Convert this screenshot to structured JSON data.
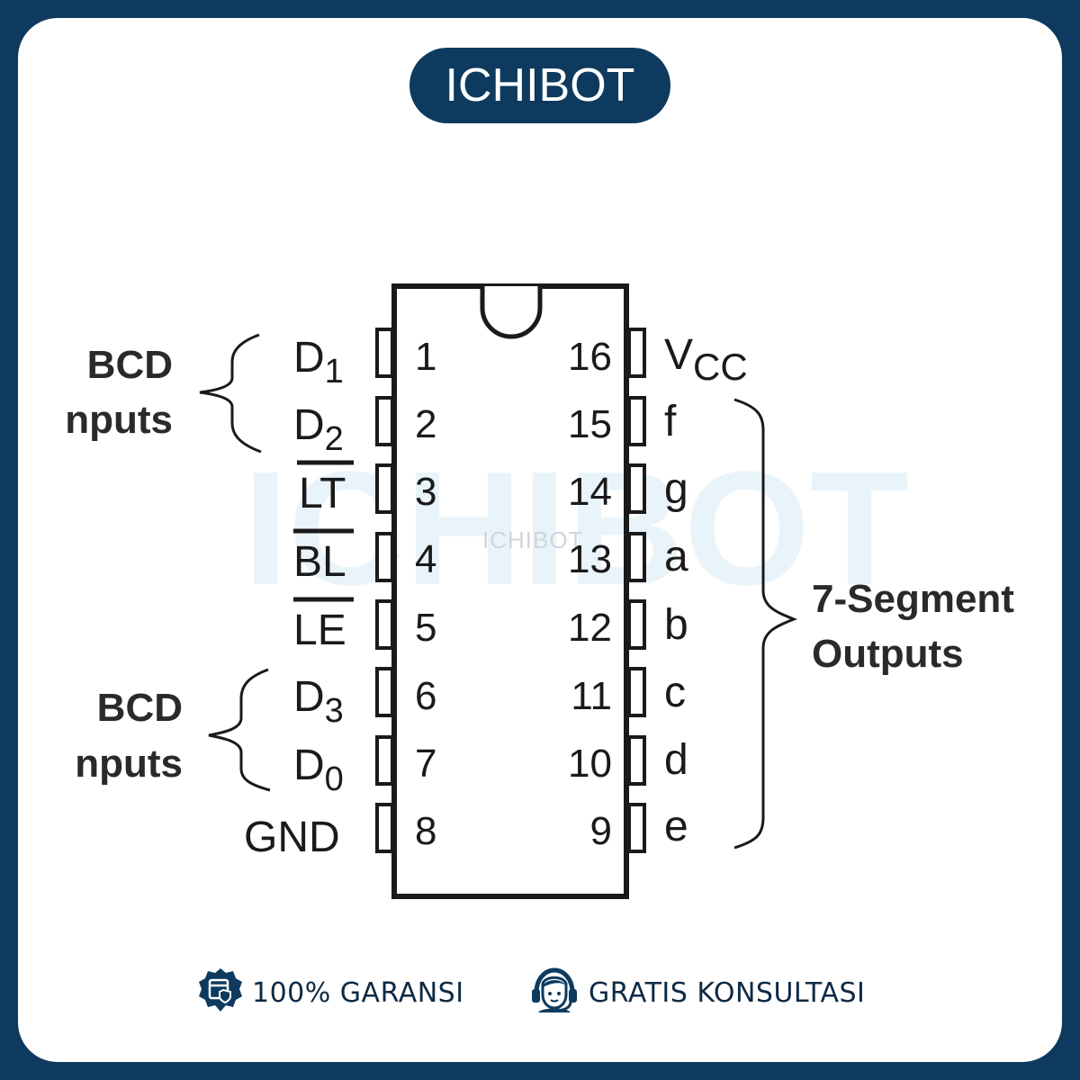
{
  "brand": {
    "name": "ICHIBOT"
  },
  "watermark": {
    "large": "ICHIBOT",
    "small": "ICHIBOT"
  },
  "chip": {
    "left_pins": [
      {
        "number": "1",
        "label": "D",
        "sub": "1"
      },
      {
        "number": "2",
        "label": "D",
        "sub": "2"
      },
      {
        "number": "3",
        "label": "LT"
      },
      {
        "number": "4",
        "label": "BL"
      },
      {
        "number": "5",
        "label": "LE"
      },
      {
        "number": "6",
        "label": "D",
        "sub": "3"
      },
      {
        "number": "7",
        "label": "D",
        "sub": "0"
      },
      {
        "number": "8",
        "label": "GND"
      }
    ],
    "right_pins": [
      {
        "number": "16",
        "label": "V",
        "sub": "CC"
      },
      {
        "number": "15",
        "label": "f"
      },
      {
        "number": "14",
        "label": "g"
      },
      {
        "number": "13",
        "label": "a"
      },
      {
        "number": "12",
        "label": "b"
      },
      {
        "number": "11",
        "label": "c"
      },
      {
        "number": "10",
        "label": "d"
      },
      {
        "number": "9",
        "label": "e"
      }
    ]
  },
  "groups": {
    "bcd_top": {
      "line1": "BCD",
      "line2": "nputs"
    },
    "bcd_bottom": {
      "line1": "BCD",
      "line2": "nputs"
    },
    "segment": {
      "line1": "7-Segment",
      "line2": "Outputs"
    }
  },
  "footer": {
    "guarantee": "100% GARANSI",
    "consult": "GRATIS KONSULTASI"
  },
  "colors": {
    "navy": "#0d3a5e",
    "ink": "#1a1a1a",
    "watermark": "#e9f3fa"
  },
  "icons": [
    "shield-calendar-icon",
    "headset-agent-icon"
  ]
}
